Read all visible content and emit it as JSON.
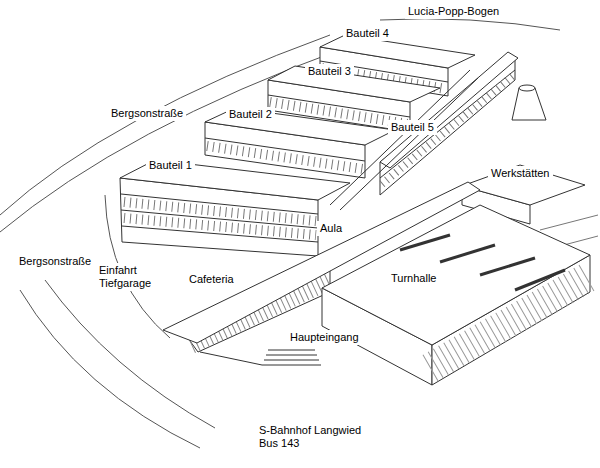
{
  "diagram": {
    "labels": [
      "Lucia-Popp-Bogen",
      "Bauteil 4",
      "Bauteil 3",
      "Bergsonstraße",
      "Bauteil 2",
      "Bauteil 5",
      "Bauteil 1",
      "Werkstätten",
      "Aula",
      "Bergsonstraße",
      "Einfahrt Tiefgarage",
      "Cafeteria",
      "Turnhalle",
      "Haupteingang",
      "S-Bahnhof Langwied Bus 143"
    ]
  }
}
